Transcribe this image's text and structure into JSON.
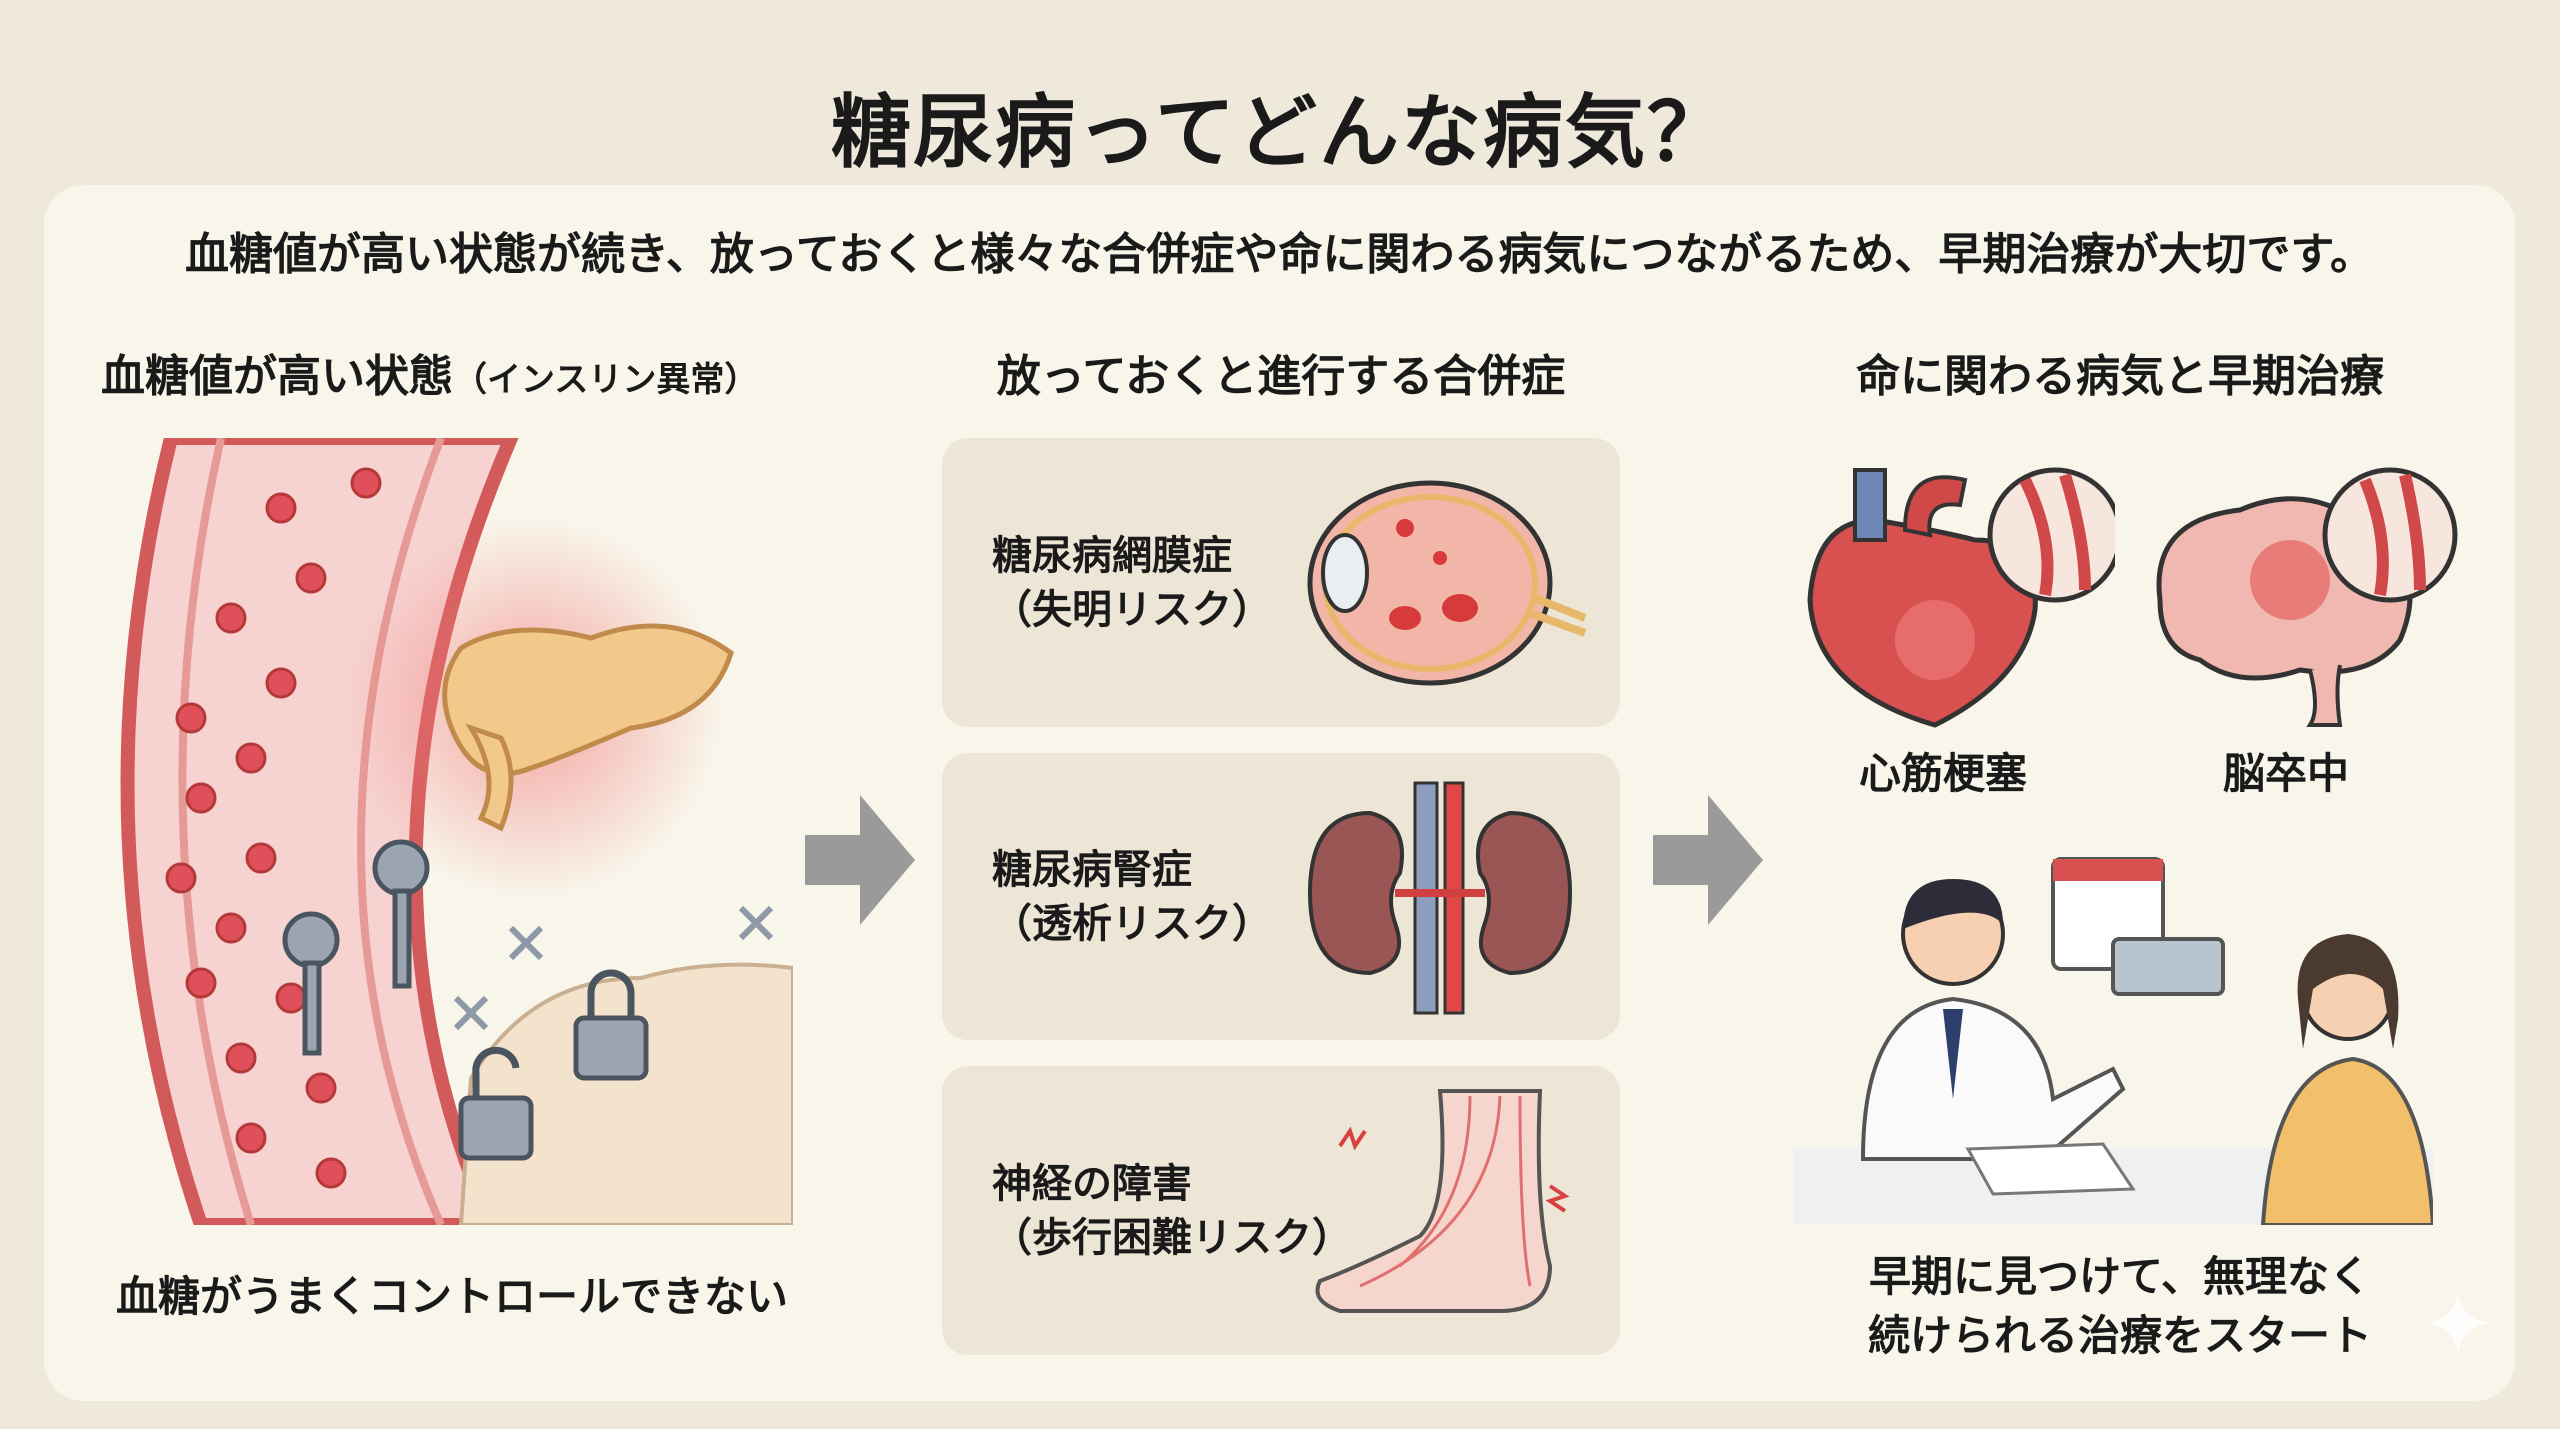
{
  "title": "糖尿病ってどんな病気？",
  "subtitle": "血糖値が高い状態が続き、放っておくと様々な合併症や命に関わる病気につながるため、早期治療が大切です。",
  "sections": {
    "left": {
      "header": "血糖値が高い状態",
      "header_note": "（インスリン異常）",
      "caption": "血糖がうまくコントロールできない"
    },
    "middle": {
      "header": "放っておくと進行する合併症",
      "cards": [
        {
          "name": "糖尿病網膜症",
          "risk": "（失明リスク）",
          "icon": "eye-icon"
        },
        {
          "name": "糖尿病腎症",
          "risk": "（透析リスク）",
          "icon": "kidney-icon"
        },
        {
          "name": "神経の障害",
          "risk": "（歩行困難リスク）",
          "icon": "foot-icon"
        }
      ]
    },
    "right": {
      "header": "命に関わる病気と早期治療",
      "disease1": "心筋梗塞",
      "disease2": "脳卒中",
      "caption_line1": "早期に見つけて、無理なく",
      "caption_line2": "続けられる治療をスタート"
    }
  },
  "colors": {
    "background": "#efe9dc",
    "panel": "#f8f5ea",
    "card": "#ede6d6",
    "vessel": "#e06a6a",
    "arrow": "#9a9a9a"
  }
}
